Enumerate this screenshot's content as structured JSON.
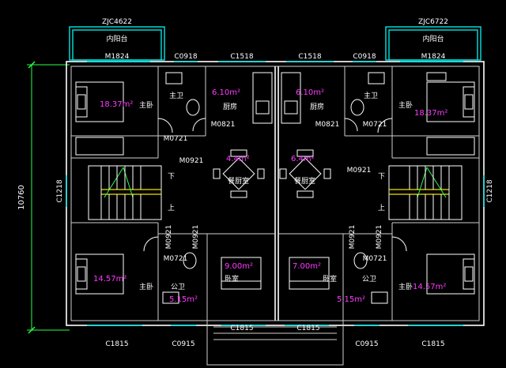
{
  "dimensions": {
    "overall_height": "10760"
  },
  "balconies": [
    {
      "code": "ZJC4622",
      "name": "内阳台"
    },
    {
      "code": "ZJC6722",
      "name": "内阳台"
    }
  ],
  "doors": {
    "top_left_balcony": "M1824",
    "top_right_balcony": "M1824",
    "top_bath_left": "M0721",
    "top_bath_right": "M0721",
    "bottom_bath_left": "M0721",
    "bottom_bath_right": "M0721",
    "kitchen_left": "M0821",
    "kitchen_right": "M0821",
    "hall_left": "M0921",
    "hall_right": "M0921",
    "bed_left_a": "M0921",
    "bed_left_b": "M0921",
    "bed_right_a": "M0921",
    "bed_right_b": "M0921"
  },
  "windows": {
    "top_left": "C0918",
    "top_center_left": "C1518",
    "top_center_right": "C1518",
    "top_right": "C0918",
    "side_left": "C1218",
    "side_right": "C1218",
    "bottom_far_left": "C1815",
    "bottom_left": "C0915",
    "bottom_center_left": "C1815",
    "bottom_center_right": "C1815",
    "bottom_right": "C0915",
    "bottom_far_right": "C1815"
  },
  "rooms": {
    "master_bed_tl": {
      "name": "主卧",
      "area": "18.37m²"
    },
    "master_bath_tl": {
      "name": "主卫"
    },
    "kitchen_l": {
      "name": "厨房",
      "area": "6.10m²"
    },
    "kitchen_r": {
      "name": "厨房",
      "area": "6.10m²"
    },
    "master_bath_tr": {
      "name": "主卫"
    },
    "master_bed_tr": {
      "name": "主卧",
      "area": "18.37m²"
    },
    "dining_l": {
      "name": "餐厨室",
      "area": "4.4m²"
    },
    "dining_r": {
      "name": "餐厨室",
      "area": "6.4m²"
    },
    "master_bed_bl": {
      "name": "主卧",
      "area": "14.57m²"
    },
    "public_bath_l": {
      "name": "公卫",
      "area": "5.15m²"
    },
    "bedroom_l": {
      "name": "卧室",
      "area": "9.00m²"
    },
    "bedroom_r": {
      "name": "卧室",
      "area": "7.00m²"
    },
    "public_bath_r": {
      "name": "公卫",
      "area": "5.15m²"
    },
    "master_bed_br": {
      "name": "主卧",
      "area": "14.57m²"
    }
  },
  "stairs": {
    "left_down": "下",
    "left_up": "上",
    "right_down": "下",
    "right_up": "上"
  }
}
